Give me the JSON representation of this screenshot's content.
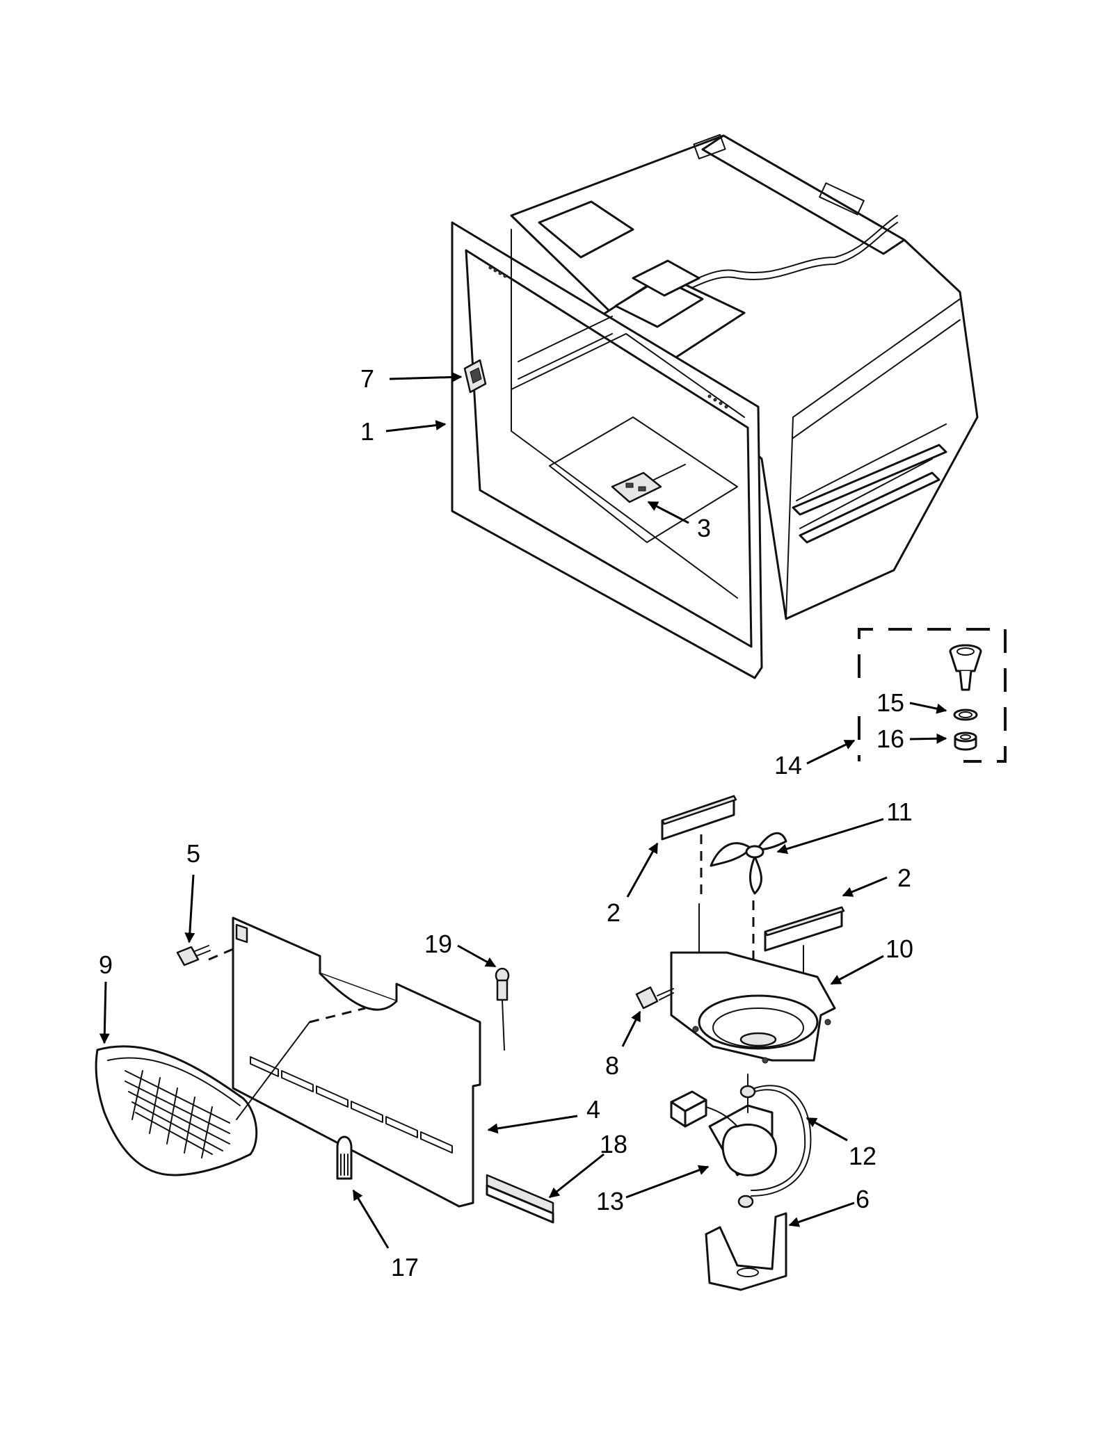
{
  "callouts": {
    "c1": "1",
    "c2a": "2",
    "c2b": "2",
    "c3": "3",
    "c4": "4",
    "c5": "5",
    "c6": "6",
    "c7": "7",
    "c8": "8",
    "c9": "9",
    "c10": "10",
    "c11": "11",
    "c12": "12",
    "c13": "13",
    "c14": "14",
    "c15": "15",
    "c16": "16",
    "c17": "17",
    "c18": "18",
    "c19": "19"
  },
  "colors": {
    "line": "#111111",
    "background": "#ffffff",
    "shade": "#e6e6e6"
  }
}
